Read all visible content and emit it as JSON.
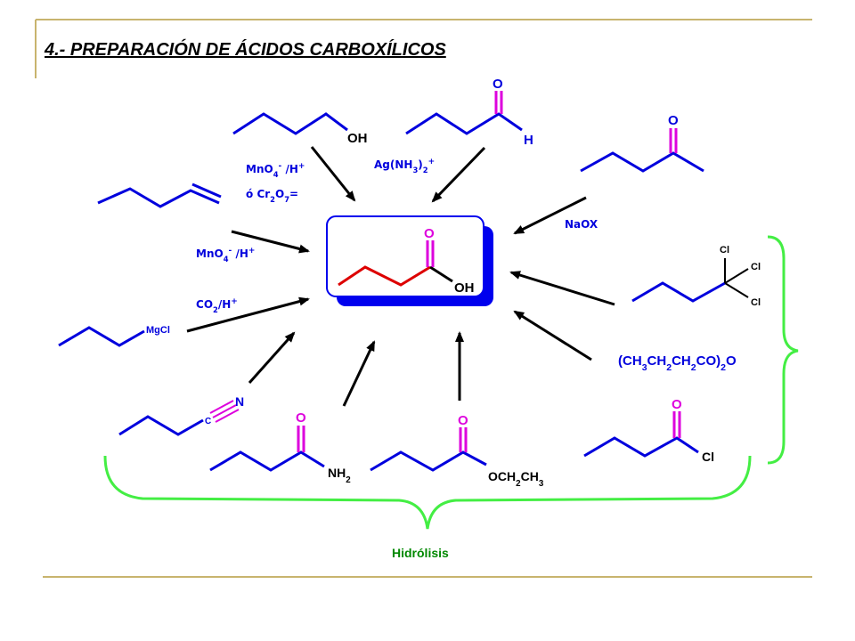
{
  "title": "4.- PREPARACIÓN DE ÁCIDOS CARBOXÍLICOS",
  "colors": {
    "frame": "#c8b46e",
    "bond": "#0000dd",
    "product_bond": "#dd0000",
    "oxygen": "#dd00dd",
    "arrow": "#000000",
    "brace": "#44ee44",
    "hydrolysis_label": "#008800",
    "box_fill": "#ffffff",
    "box_shadow": "#0000ee"
  },
  "center_product": {
    "o": "O",
    "oh": "OH"
  },
  "reactants": {
    "butanol": {
      "oh": "OH"
    },
    "butanal": {
      "o": "O",
      "h": "H"
    },
    "methyl_ketone": {
      "o": "O"
    },
    "trichloride": {
      "cl1": "Cl",
      "cl2": "Cl",
      "cl3": "Cl"
    },
    "anhydride": {
      "formula": "(CH3CH2CH2CO)2O"
    },
    "acyl_chloride": {
      "o": "O",
      "cl": "Cl"
    },
    "ester": {
      "o": "O",
      "och2ch3": "OCH2CH3"
    },
    "amide": {
      "o": "O",
      "nh2": "NH2"
    },
    "nitrile": {
      "c": "C",
      "n": "N"
    },
    "grignard": {
      "mgcl": "MgCl"
    }
  },
  "reagents": {
    "permanganate_top": "MnO4- /H+",
    "dichromate": "ó Cr2O7=",
    "tollens": "Ag(NH3)2+",
    "haloform": "NaOX",
    "permanganate_alkene": "MnO4- /H+",
    "carbonation": "CO2/H+"
  },
  "hydrolysis_label": "Hidrólisis"
}
